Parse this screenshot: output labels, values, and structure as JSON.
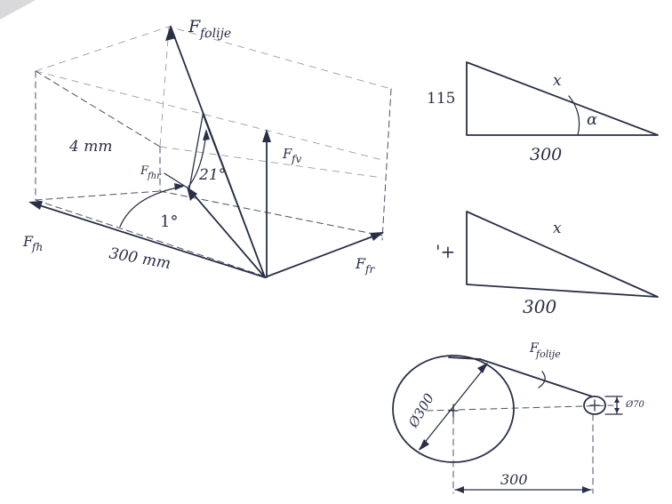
{
  "labels": {
    "f_folije_top": "F",
    "f_folije_top_sub": "folije",
    "f_fh_left": "F",
    "f_fh_left_sub": "fh",
    "f_fhr": "F",
    "f_fhr_sub": "fhr",
    "f_fv": "F",
    "f_fv_sub": "fv",
    "f_fr": "F",
    "f_fr_sub": "fr",
    "depth": "4 mm",
    "length": "300 mm",
    "angle_1": "1°",
    "angle_21": "21°",
    "tri1_side": "115",
    "tri1_hyp": "x",
    "tri1_base": "300",
    "tri1_angle": "α",
    "tri2_side": "'+",
    "tri2_hyp": "x",
    "tri2_base": "300",
    "f_folije_bottom": "F",
    "f_folije_bottom_sub": "folije",
    "diameter_large": "Ø300",
    "diameter_small": "Ø70",
    "center_distance": "300"
  },
  "colors": {
    "ink": "#2a2f45",
    "paper": "#ffffff"
  }
}
